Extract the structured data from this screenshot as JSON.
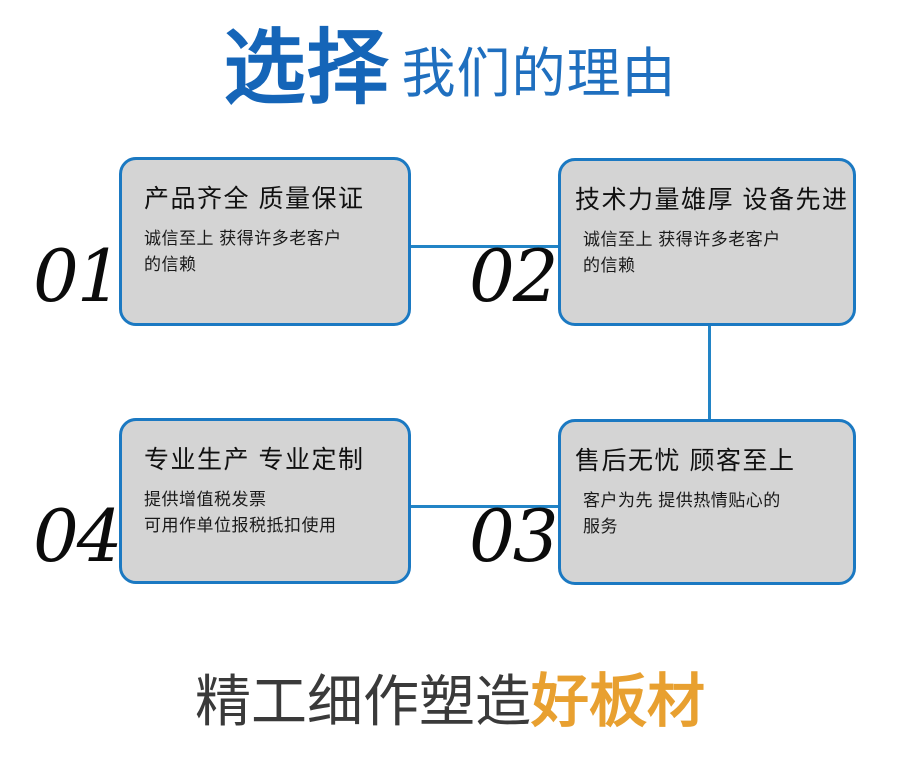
{
  "heading": {
    "strong": "选择",
    "light": "我们的理由"
  },
  "colors": {
    "accent_blue_strong": "#1565B8",
    "accent_blue_light": "#1F6FBF",
    "card_border": "#1B79C2",
    "card_fill": "#D4D4D4",
    "connector": "#2284C6",
    "footer_dark": "#3A3A3A",
    "footer_accent": "#E8A030",
    "number": "#0B0B0B"
  },
  "cards": [
    {
      "number": "01",
      "title": "产品齐全 质量保证",
      "body_lines": [
        "诚信至上 获得许多老客户",
        "的信赖"
      ]
    },
    {
      "number": "02",
      "title": "技术力量雄厚 设备先进",
      "body_lines": [
        "诚信至上 获得许多老客户",
        "的信赖"
      ]
    },
    {
      "number": "03",
      "title": "售后无忧 顾客至上",
      "body_lines": [
        "客户为先 提供热情贴心的",
        "服务"
      ]
    },
    {
      "number": "04",
      "title": "专业生产 专业定制",
      "body_lines": [
        "提供增值税发票",
        "可用作单位报税抵扣使用"
      ]
    }
  ],
  "footer": {
    "dark": "精工细作塑造",
    "accent": "好板材"
  }
}
